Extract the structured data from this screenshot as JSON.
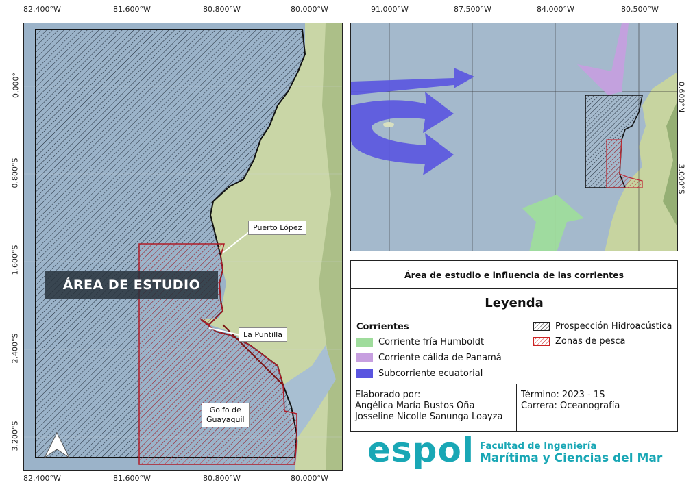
{
  "main_map": {
    "top_longitudes": [
      "82.400°W",
      "81.600°W",
      "80.800°W",
      "80.000°W"
    ],
    "bottom_longitudes": [
      "82.400°W",
      "81.600°W",
      "80.800°W",
      "80.000°W"
    ],
    "left_latitudes": [
      "0.000°",
      "0.800°S",
      "1.600°S",
      "2.400°S",
      "3.200°S"
    ],
    "area_label": "ÁREA DE ESTUDIO",
    "places": {
      "puerto_lopez": "Puerto López",
      "la_puntilla": "La Puntilla",
      "golfo_line1": "Golfo de",
      "golfo_line2": "Guayaquil"
    }
  },
  "inset_map": {
    "top_longitudes": [
      "91.000°W",
      "87.500°W",
      "84.000°W",
      "80.500°W"
    ],
    "right_latitudes": [
      "0.600°N",
      "3.000°S"
    ]
  },
  "title": "Área de estudio e influencia de las corrientes",
  "legend": {
    "heading": "Leyenda",
    "corrientes_title": "Corrientes",
    "items": [
      {
        "label": "Corriente fría Humboldt",
        "color": "#9fdc9c"
      },
      {
        "label": "Corriente cálida de Panamá",
        "color": "#c79fe0"
      },
      {
        "label": "Subcorriente ecuatorial",
        "color": "#5a55e0"
      }
    ],
    "zones": [
      {
        "label": "Prospección Hidroacústica",
        "color": "#222222"
      },
      {
        "label": "Zonas de pesca",
        "color": "#cc2222"
      }
    ]
  },
  "credits": {
    "elaborado_title": "Elaborado por:",
    "author1": "Angélica María Bustos Oña",
    "author2": "Josseline Nicolle Sanunga Loayza",
    "termino": "Término: 2023 - 1S",
    "carrera": "Carrera: Oceanografía"
  },
  "logo": {
    "brand": "espol",
    "faculty_line1": "Facultad de Ingeniería",
    "faculty_line2": "Marítima y Ciencias del Mar"
  }
}
